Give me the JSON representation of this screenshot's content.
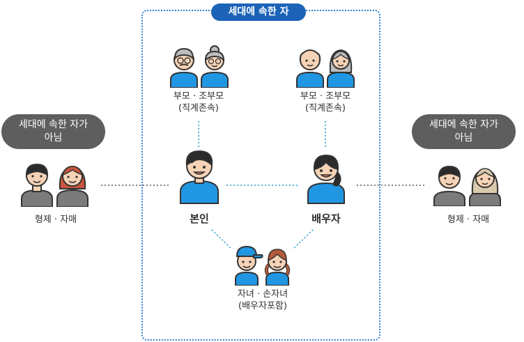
{
  "household_title": "세대에 속한 자",
  "left_note": {
    "line1": "세대에 속한 자가",
    "line2": "아님"
  },
  "right_note": {
    "line1": "세대에 속한 자가",
    "line2": "아님"
  },
  "left_siblings": "형제 · 자매",
  "right_siblings": "형제 · 자매",
  "self_parents": {
    "line1": "부모 · 조부모",
    "line2": "(직계존속)"
  },
  "spouse_parents": {
    "line1": "부모 · 조부모",
    "line2": "(직계존속)"
  },
  "self": "본인",
  "spouse": "배우자",
  "children": {
    "line1": "자녀 · 손자녀",
    "line2": "(배우자포함)"
  },
  "colors": {
    "accent": "#1c63b8",
    "border": "#2f7fd1",
    "note_bg": "#5e5e5e",
    "blue_shirt": "#2196e3",
    "grey_shirt": "#7b7b7b"
  }
}
